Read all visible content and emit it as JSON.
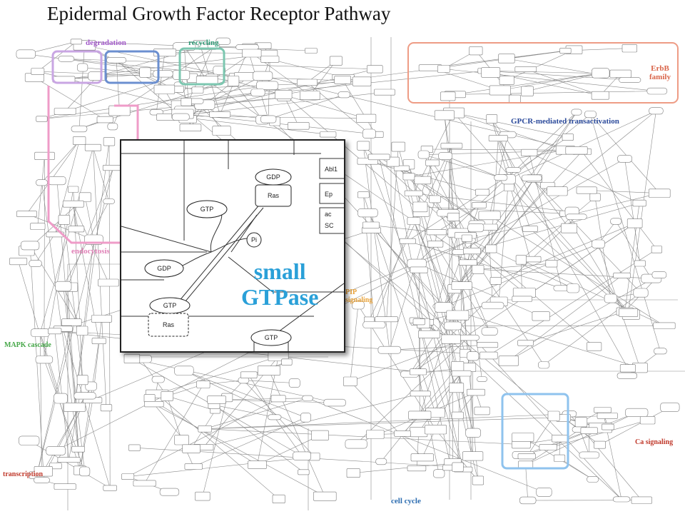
{
  "title": "Epidermal Growth Factor Receptor Pathway",
  "regions": {
    "degradation": "degradation",
    "recycling": "recycling",
    "erbb": "ErbB\nfamily",
    "gpcr": "GPCR-mediated transactivation",
    "endocytosis": "endocytosis",
    "pip": "PIP\nsignaling",
    "mapk": "MAPK cascade",
    "transcription": "transcription",
    "ca": "Ca signaling",
    "cell_cycle": "cell cycle"
  },
  "zoom": {
    "label_line1": "small",
    "label_line2": "GTPase",
    "nodes": {
      "gdp_top": "GDP",
      "ras_top": "Ras",
      "gtp_mid": "GTP",
      "pi": "Pi",
      "gdp_left": "GDP",
      "gtp_bottom": "GTP",
      "ras_bottom": "Ras",
      "gtp_right": "GTP",
      "abl": "Abl1",
      "ep": "Ep",
      "ac": "ac",
      "sc": "SC"
    }
  },
  "colors": {
    "degradation": "#b98ad6",
    "recycling": "#3da88a",
    "erbb": "#e8866a",
    "gpcr": "#2b4a9b",
    "endocytosis": "#e07fb6",
    "pip": "#e8a23a",
    "mapk": "#47a84a",
    "transcription": "#c0392b",
    "ca": "#c0392b",
    "cell_cycle": "#2b6cb0",
    "zoom_text": "#2aa0d8"
  }
}
